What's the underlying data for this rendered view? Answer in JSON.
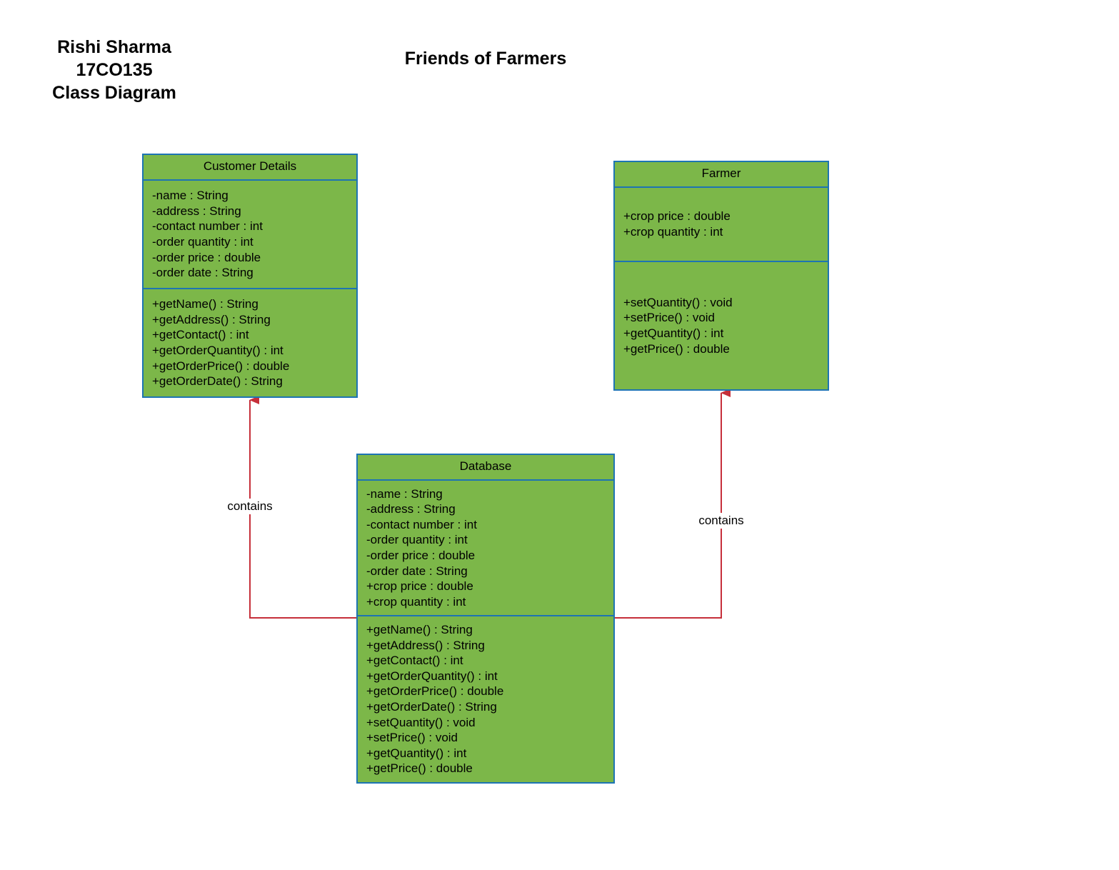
{
  "header": {
    "author_lines": [
      "Rishi Sharma",
      "17CO135",
      "Class Diagram"
    ],
    "title": "Friends of Farmers"
  },
  "classes": {
    "customer": {
      "name": "Customer Details",
      "attributes": [
        "-name : String",
        "-address : String",
        "-contact number : int",
        "-order quantity : int",
        "-order price : double",
        "-order date : String"
      ],
      "methods": [
        "+getName() : String",
        "+getAddress() : String",
        "+getContact() : int",
        "+getOrderQuantity() : int",
        "+getOrderPrice() : double",
        "+getOrderDate() : String"
      ]
    },
    "farmer": {
      "name": "Farmer",
      "attributes": [
        "+crop price : double",
        "+crop quantity : int"
      ],
      "methods": [
        "+setQuantity() : void",
        "+setPrice() : void",
        "+getQuantity() : int",
        "+getPrice() : double"
      ]
    },
    "database": {
      "name": "Database",
      "attributes": [
        "-name : String",
        "-address : String",
        "-contact number : int",
        "-order quantity : int",
        "-order price : double",
        "-order date : String",
        "+crop price : double",
        "+crop quantity : int"
      ],
      "methods": [
        "+getName() : String",
        "+getAddress() : String",
        "+getContact() : int",
        "+getOrderQuantity() : int",
        "+getOrderPrice() : double",
        "+getOrderDate() : String",
        "+setQuantity() : void",
        "+setPrice() : void",
        "+getQuantity() : int",
        "+getPrice() : double"
      ]
    }
  },
  "relations": [
    {
      "from": "Database",
      "to": "Customer Details",
      "label": "contains"
    },
    {
      "from": "Database",
      "to": "Farmer",
      "label": "contains"
    }
  ],
  "colors": {
    "class_fill": "#7cb749",
    "class_border": "#1d74b3",
    "connector": "#c62f3a"
  }
}
